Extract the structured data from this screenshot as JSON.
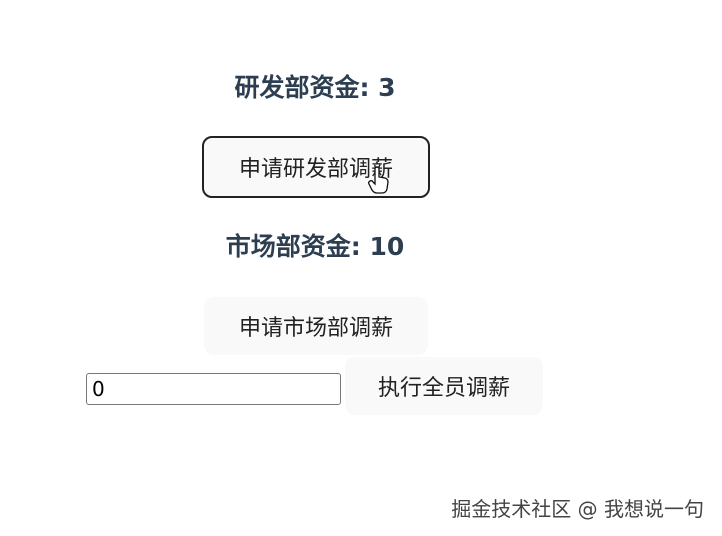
{
  "rd": {
    "label": "研发部资金: 3",
    "button": "申请研发部调薪"
  },
  "market": {
    "label": "市场部资金: 10",
    "button": "申请市场部调薪"
  },
  "raise": {
    "input_value": "0",
    "button": "执行全员调薪"
  },
  "watermark": "掘金技术社区 @ 我想说一句"
}
